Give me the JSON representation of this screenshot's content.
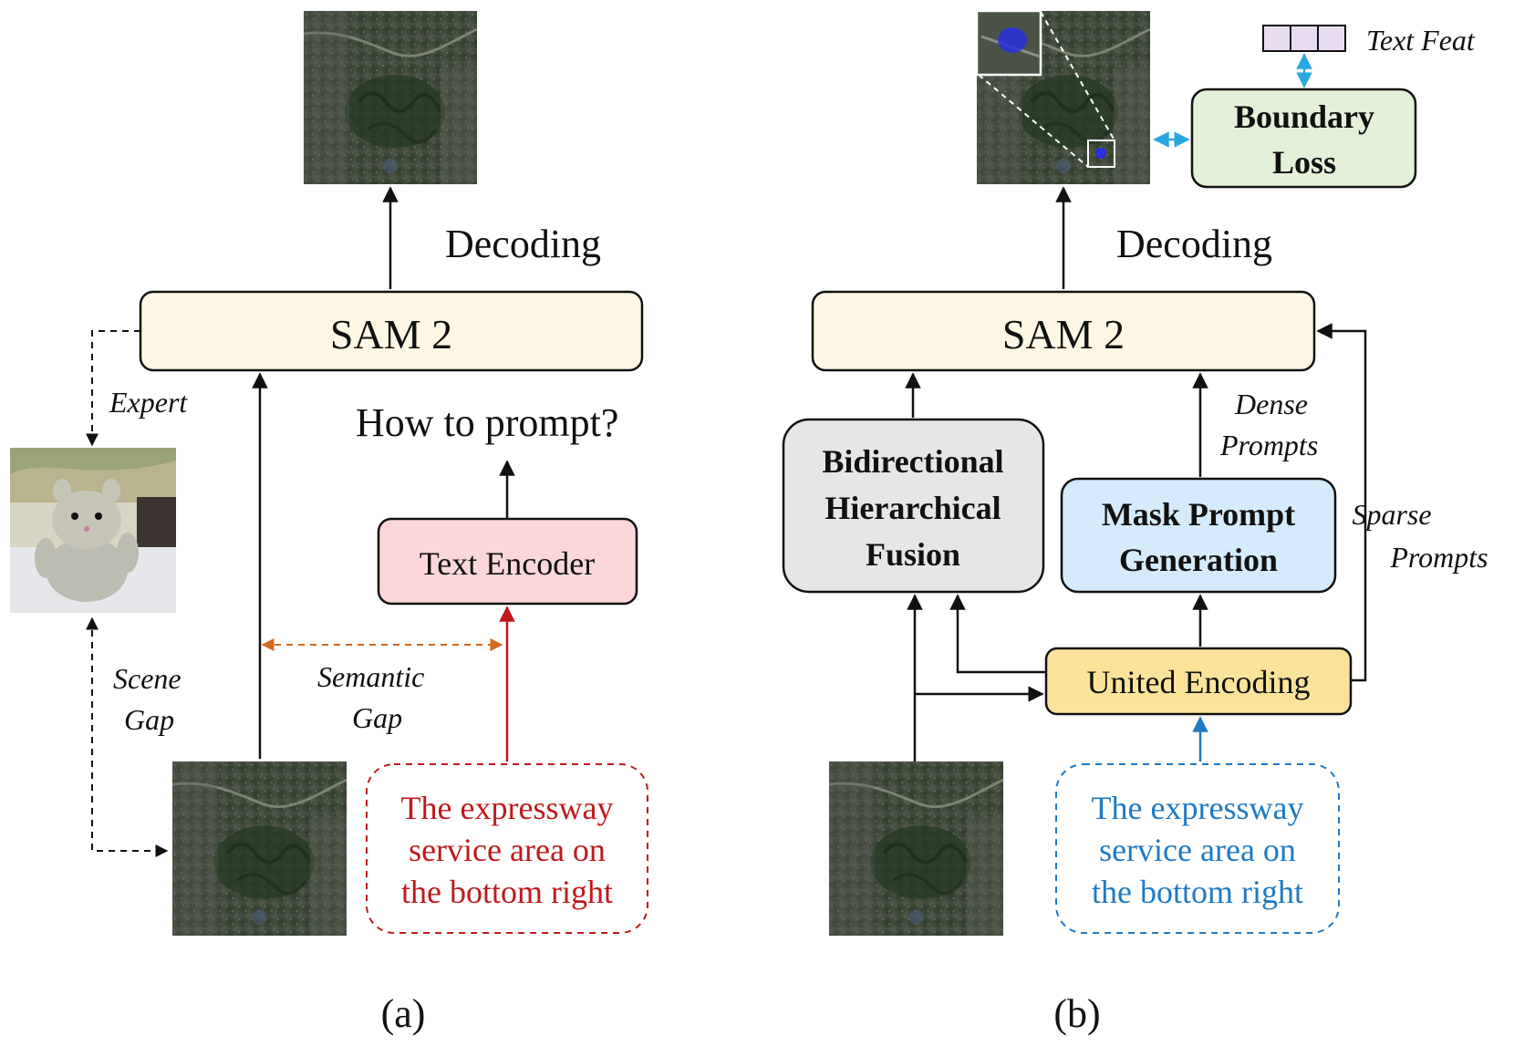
{
  "panel_a": {
    "decoding_label": "Decoding",
    "sam_label": "SAM 2",
    "expert_label": "Expert",
    "how_to_prompt": "How to prompt?",
    "text_encoder_label": "Text Encoder",
    "scene_gap_line1": "Scene",
    "scene_gap_line2": "Gap",
    "semantic_gap_line1": "Semantic",
    "semantic_gap_line2": "Gap",
    "query_line1": "The expressway",
    "query_line2": "service area on",
    "query_line3": "the bottom right",
    "caption": "(a)"
  },
  "panel_b": {
    "text_feat_label": "Text Feat",
    "boundary_loss_line1": "Boundary",
    "boundary_loss_line2": "Loss",
    "decoding_label": "Decoding",
    "sam_label": "SAM 2",
    "dense_prompts_line1": "Dense",
    "dense_prompts_line2": "Prompts",
    "bhf_line1": "Bidirectional",
    "bhf_line2": "Hierarchical",
    "bhf_line3": "Fusion",
    "mpg_line1": "Mask Prompt",
    "mpg_line2": "Generation",
    "sparse_prompts_line1": "Sparse",
    "sparse_prompts_line2": "Prompts",
    "united_encoding_label": "United Encoding",
    "query_line1": "The expressway",
    "query_line2": "service area on",
    "query_line3": "the bottom right",
    "caption": "(b)"
  },
  "colors": {
    "sam_fill": "#fdf7e3",
    "text_encoder_fill": "#fbd7d9",
    "query_red": "#c0191d",
    "query_blue": "#1f7ac4",
    "semantic_arrow": "#d2691e",
    "bhf_fill": "#e6e6e6",
    "mpg_fill": "#d4ebfc",
    "united_fill": "#fbe49a",
    "boundary_fill": "#e3f1d9",
    "text_feat_fill": "#e8dcf0",
    "cyan_arrow": "#29a8e0"
  },
  "icons": [
    "satellite-image",
    "teddy-bear-photo",
    "segmentation-result-image"
  ]
}
